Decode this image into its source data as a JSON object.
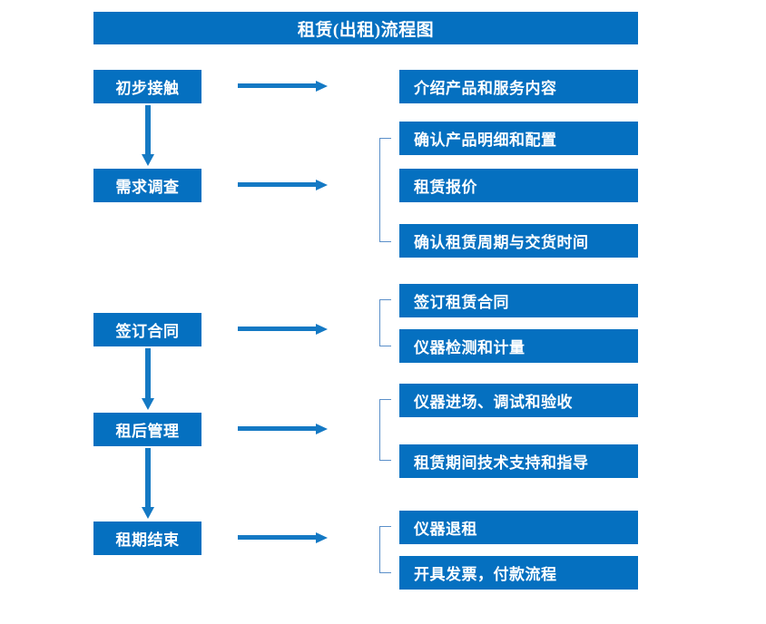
{
  "title": "租赁(出租)流程图",
  "colors": {
    "box_blue": "#0570C0",
    "arrow_blue": "#1479C4",
    "bracket_blue": "#5B8FC9",
    "text_white": "#FFFFFF",
    "background": "#FFFFFF"
  },
  "stages": [
    {
      "label": "初步接触"
    },
    {
      "label": "需求调查"
    },
    {
      "label": "签订合同"
    },
    {
      "label": "租后管理"
    },
    {
      "label": "租期结束"
    }
  ],
  "details": [
    {
      "label": "介绍产品和服务内容"
    },
    {
      "label": "确认产品明细和配置"
    },
    {
      "label": "租赁报价"
    },
    {
      "label": "确认租赁周期与交货时间"
    },
    {
      "label": "签订租赁合同"
    },
    {
      "label": "仪器检测和计量"
    },
    {
      "label": "仪器进场、调试和验收"
    },
    {
      "label": "租赁期间技术支持和指导"
    },
    {
      "label": "仪器退租"
    },
    {
      "label": "开具发票，付款流程"
    }
  ]
}
